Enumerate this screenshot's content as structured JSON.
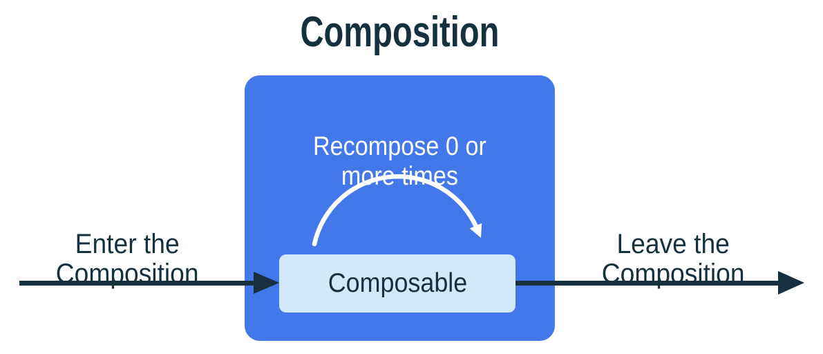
{
  "title": "Composition",
  "composition": {
    "loop_label": "Recompose 0 or\nmore times",
    "composable_label": "Composable"
  },
  "labels": {
    "enter": "Enter the\nComposition",
    "leave": "Leave the\nComposition"
  },
  "colors": {
    "primary_blue": "#4377EA",
    "composable_fill": "#D2E9FC",
    "ink_dark": "#16303E",
    "loop_arrow_white": "#FFFFFF"
  }
}
